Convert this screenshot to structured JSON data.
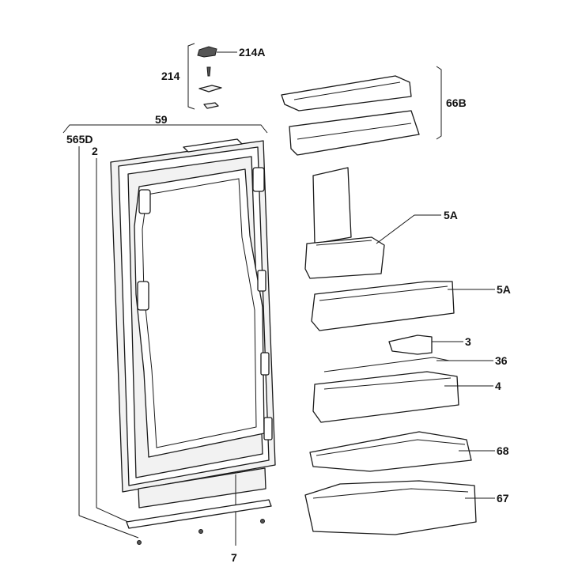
{
  "diagram": {
    "parts": {
      "hinge_kit": "214",
      "hinge": "214A",
      "door_outer": "59",
      "gasket": "565D",
      "door_inner": "2",
      "bottom_trim": "7",
      "top_balcony": "66B",
      "bottle_holder_tall": "5A",
      "shelf_balcony": "5A",
      "egg_clip": "3",
      "bottle_rail": "36",
      "bottle_balcony": "4",
      "drawer_cover": "68",
      "drawer": "67"
    }
  }
}
